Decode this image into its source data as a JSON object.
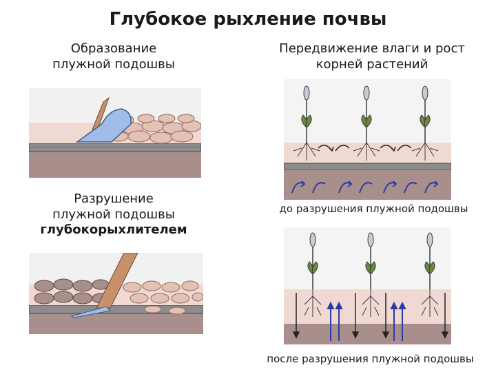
{
  "title": "Глубокое рыхление почвы",
  "panels": {
    "formation": {
      "caption_line1": "Образование",
      "caption_line2": "плужной подошвы"
    },
    "moisture": {
      "caption_line1": "Передвижение влаги и рост",
      "caption_line2": "корней растений"
    },
    "destruction": {
      "caption_line1": "Разрушение",
      "caption_line2": "плужной подошвы",
      "caption_line3": "глубокорыхлителем"
    },
    "before": {
      "caption": "до разрушения плужной подошвы"
    },
    "after": {
      "caption": "после разрушения плужной подошвы"
    }
  },
  "colors": {
    "topsoil": "#efd9d2",
    "subsoil": "#a88f8c",
    "hardpan": "#8c8c8c",
    "clods": "#e4c1b3",
    "plow_blade": "#9fbde6",
    "shank": "#c8906a",
    "arrow_blue": "#2a3aa8",
    "arrow_dark": "#222222"
  }
}
